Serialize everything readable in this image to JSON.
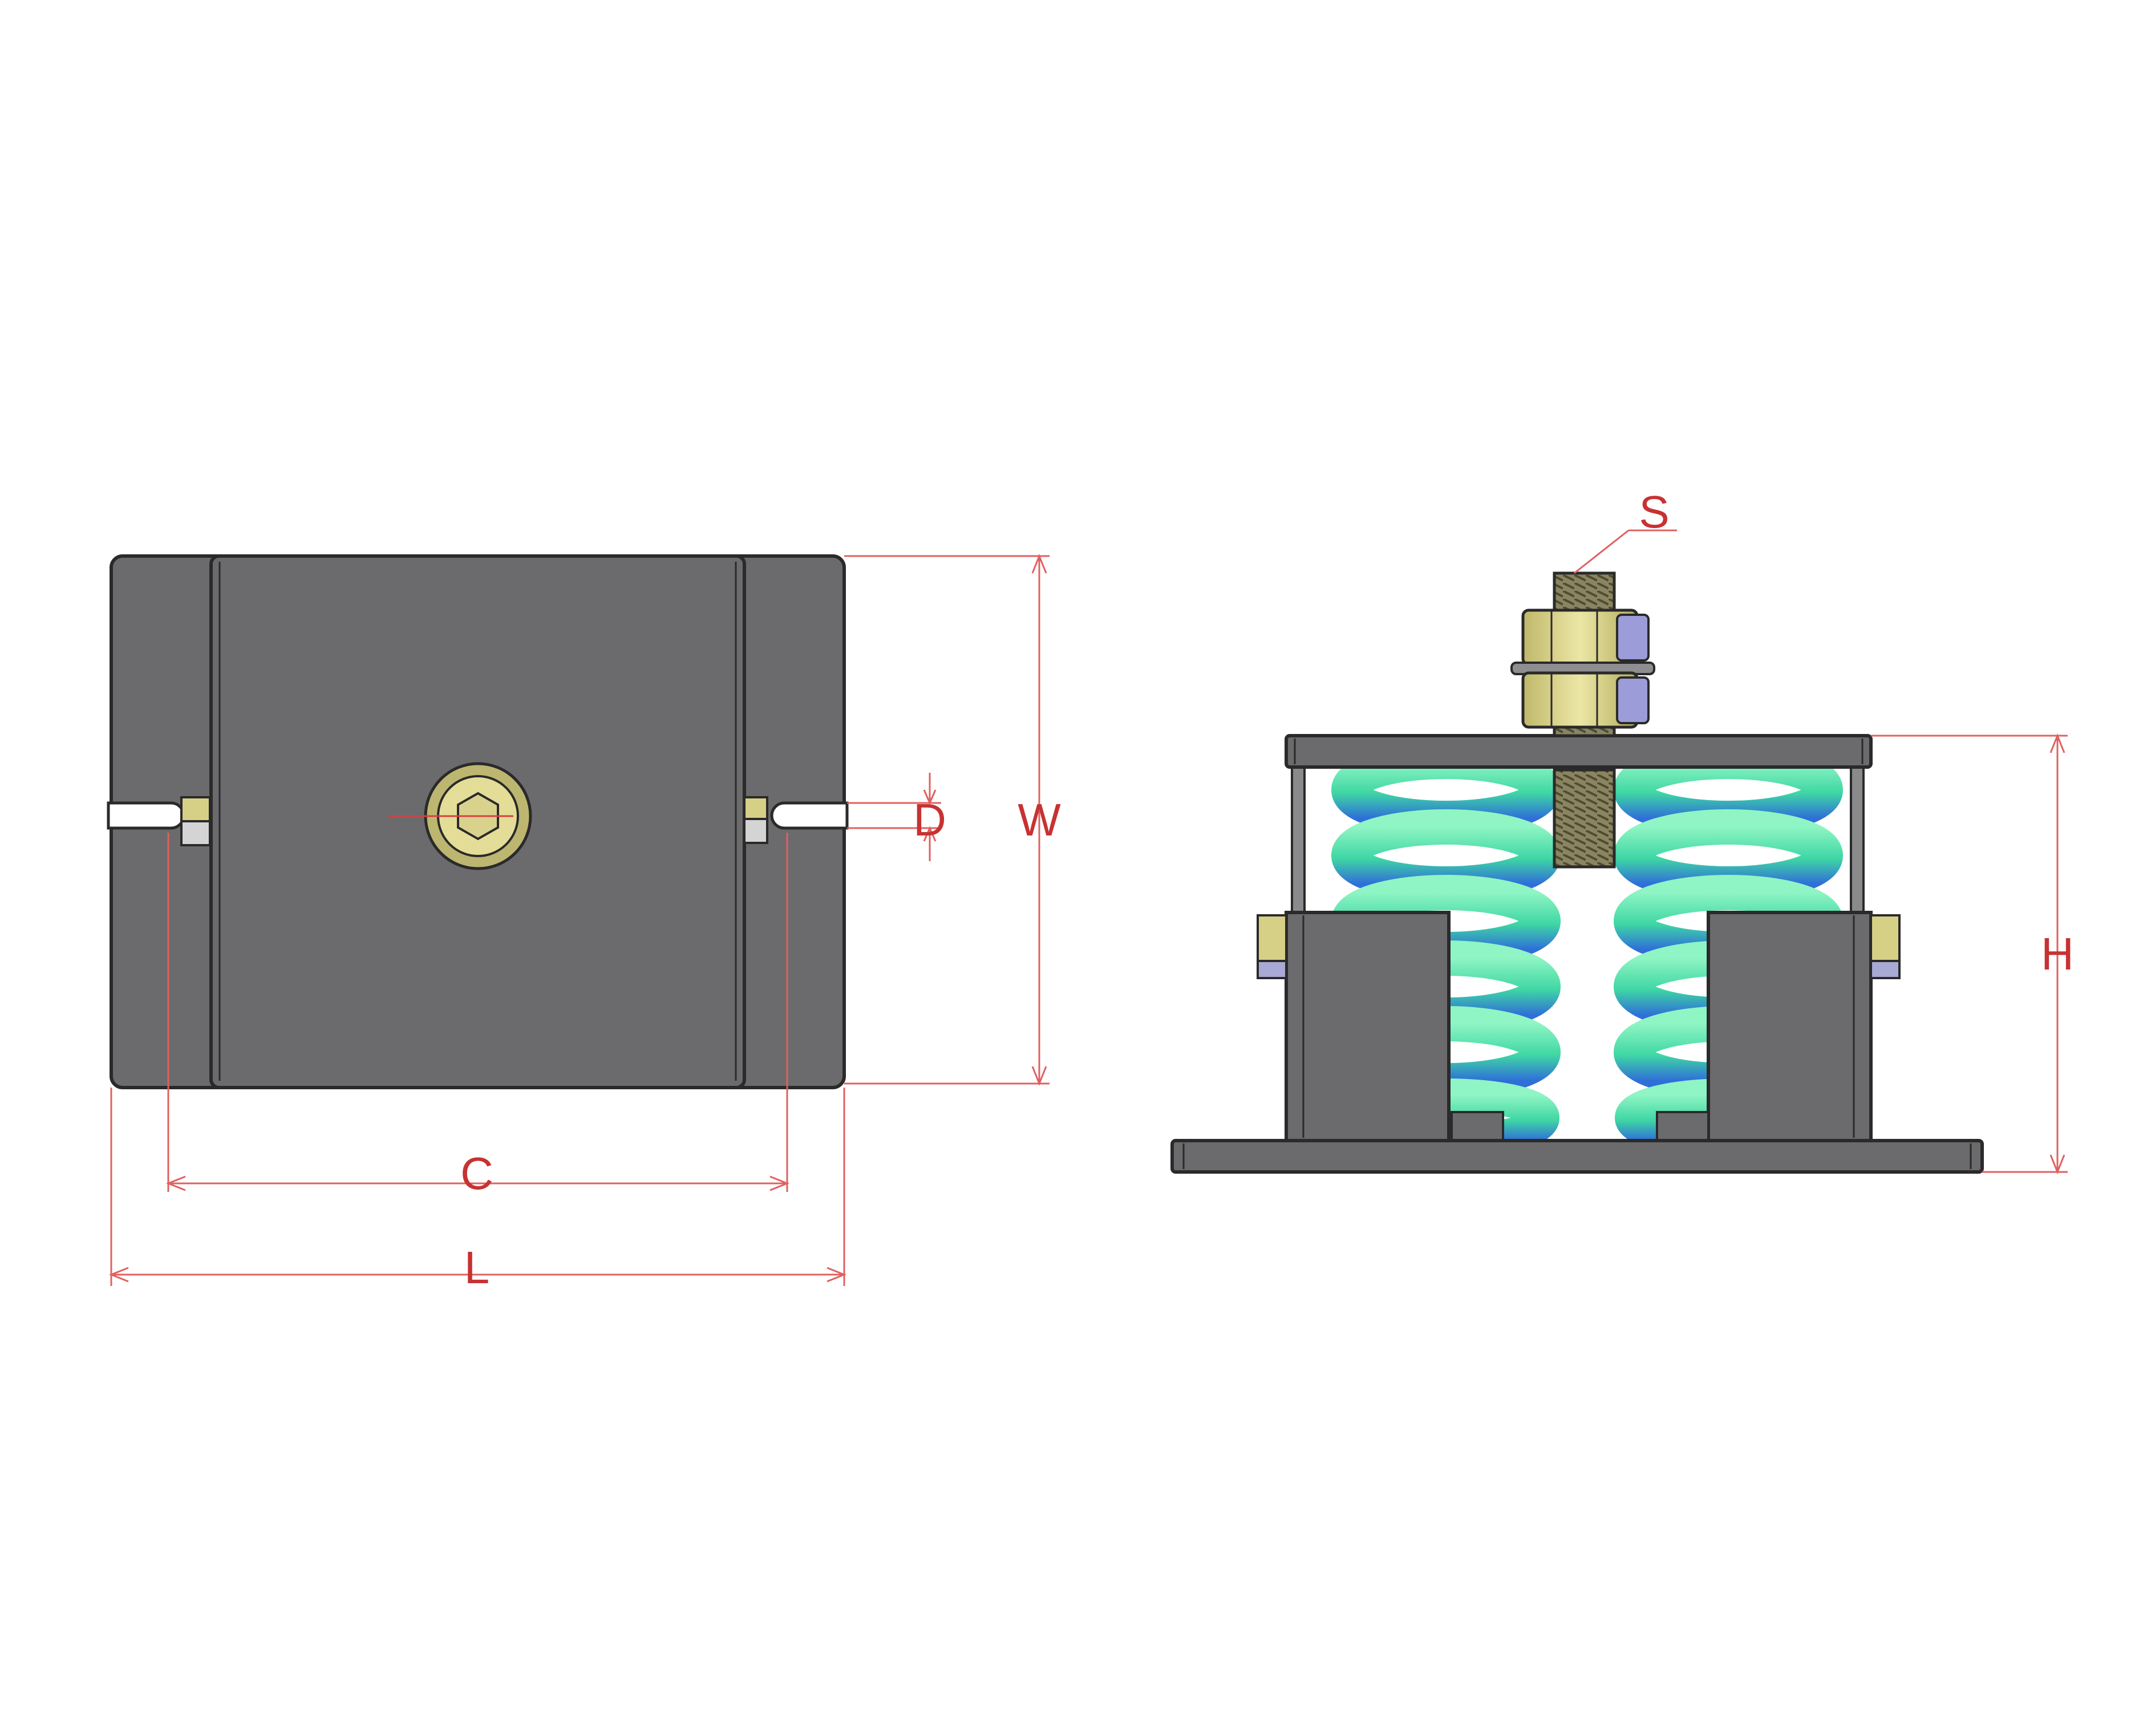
{
  "labels": {
    "c": "C",
    "l": "L",
    "d": "D",
    "w": "W",
    "s": "S",
    "h": "H"
  },
  "colors": {
    "body": "#6b6b6d",
    "body_dark": "#5a5a5c",
    "outline": "#2a2a2a",
    "dimension": "#d94040",
    "nut": "#d6cf86",
    "spring_light": "#7ff0b8",
    "spring_dark": "#2f6fd8"
  }
}
